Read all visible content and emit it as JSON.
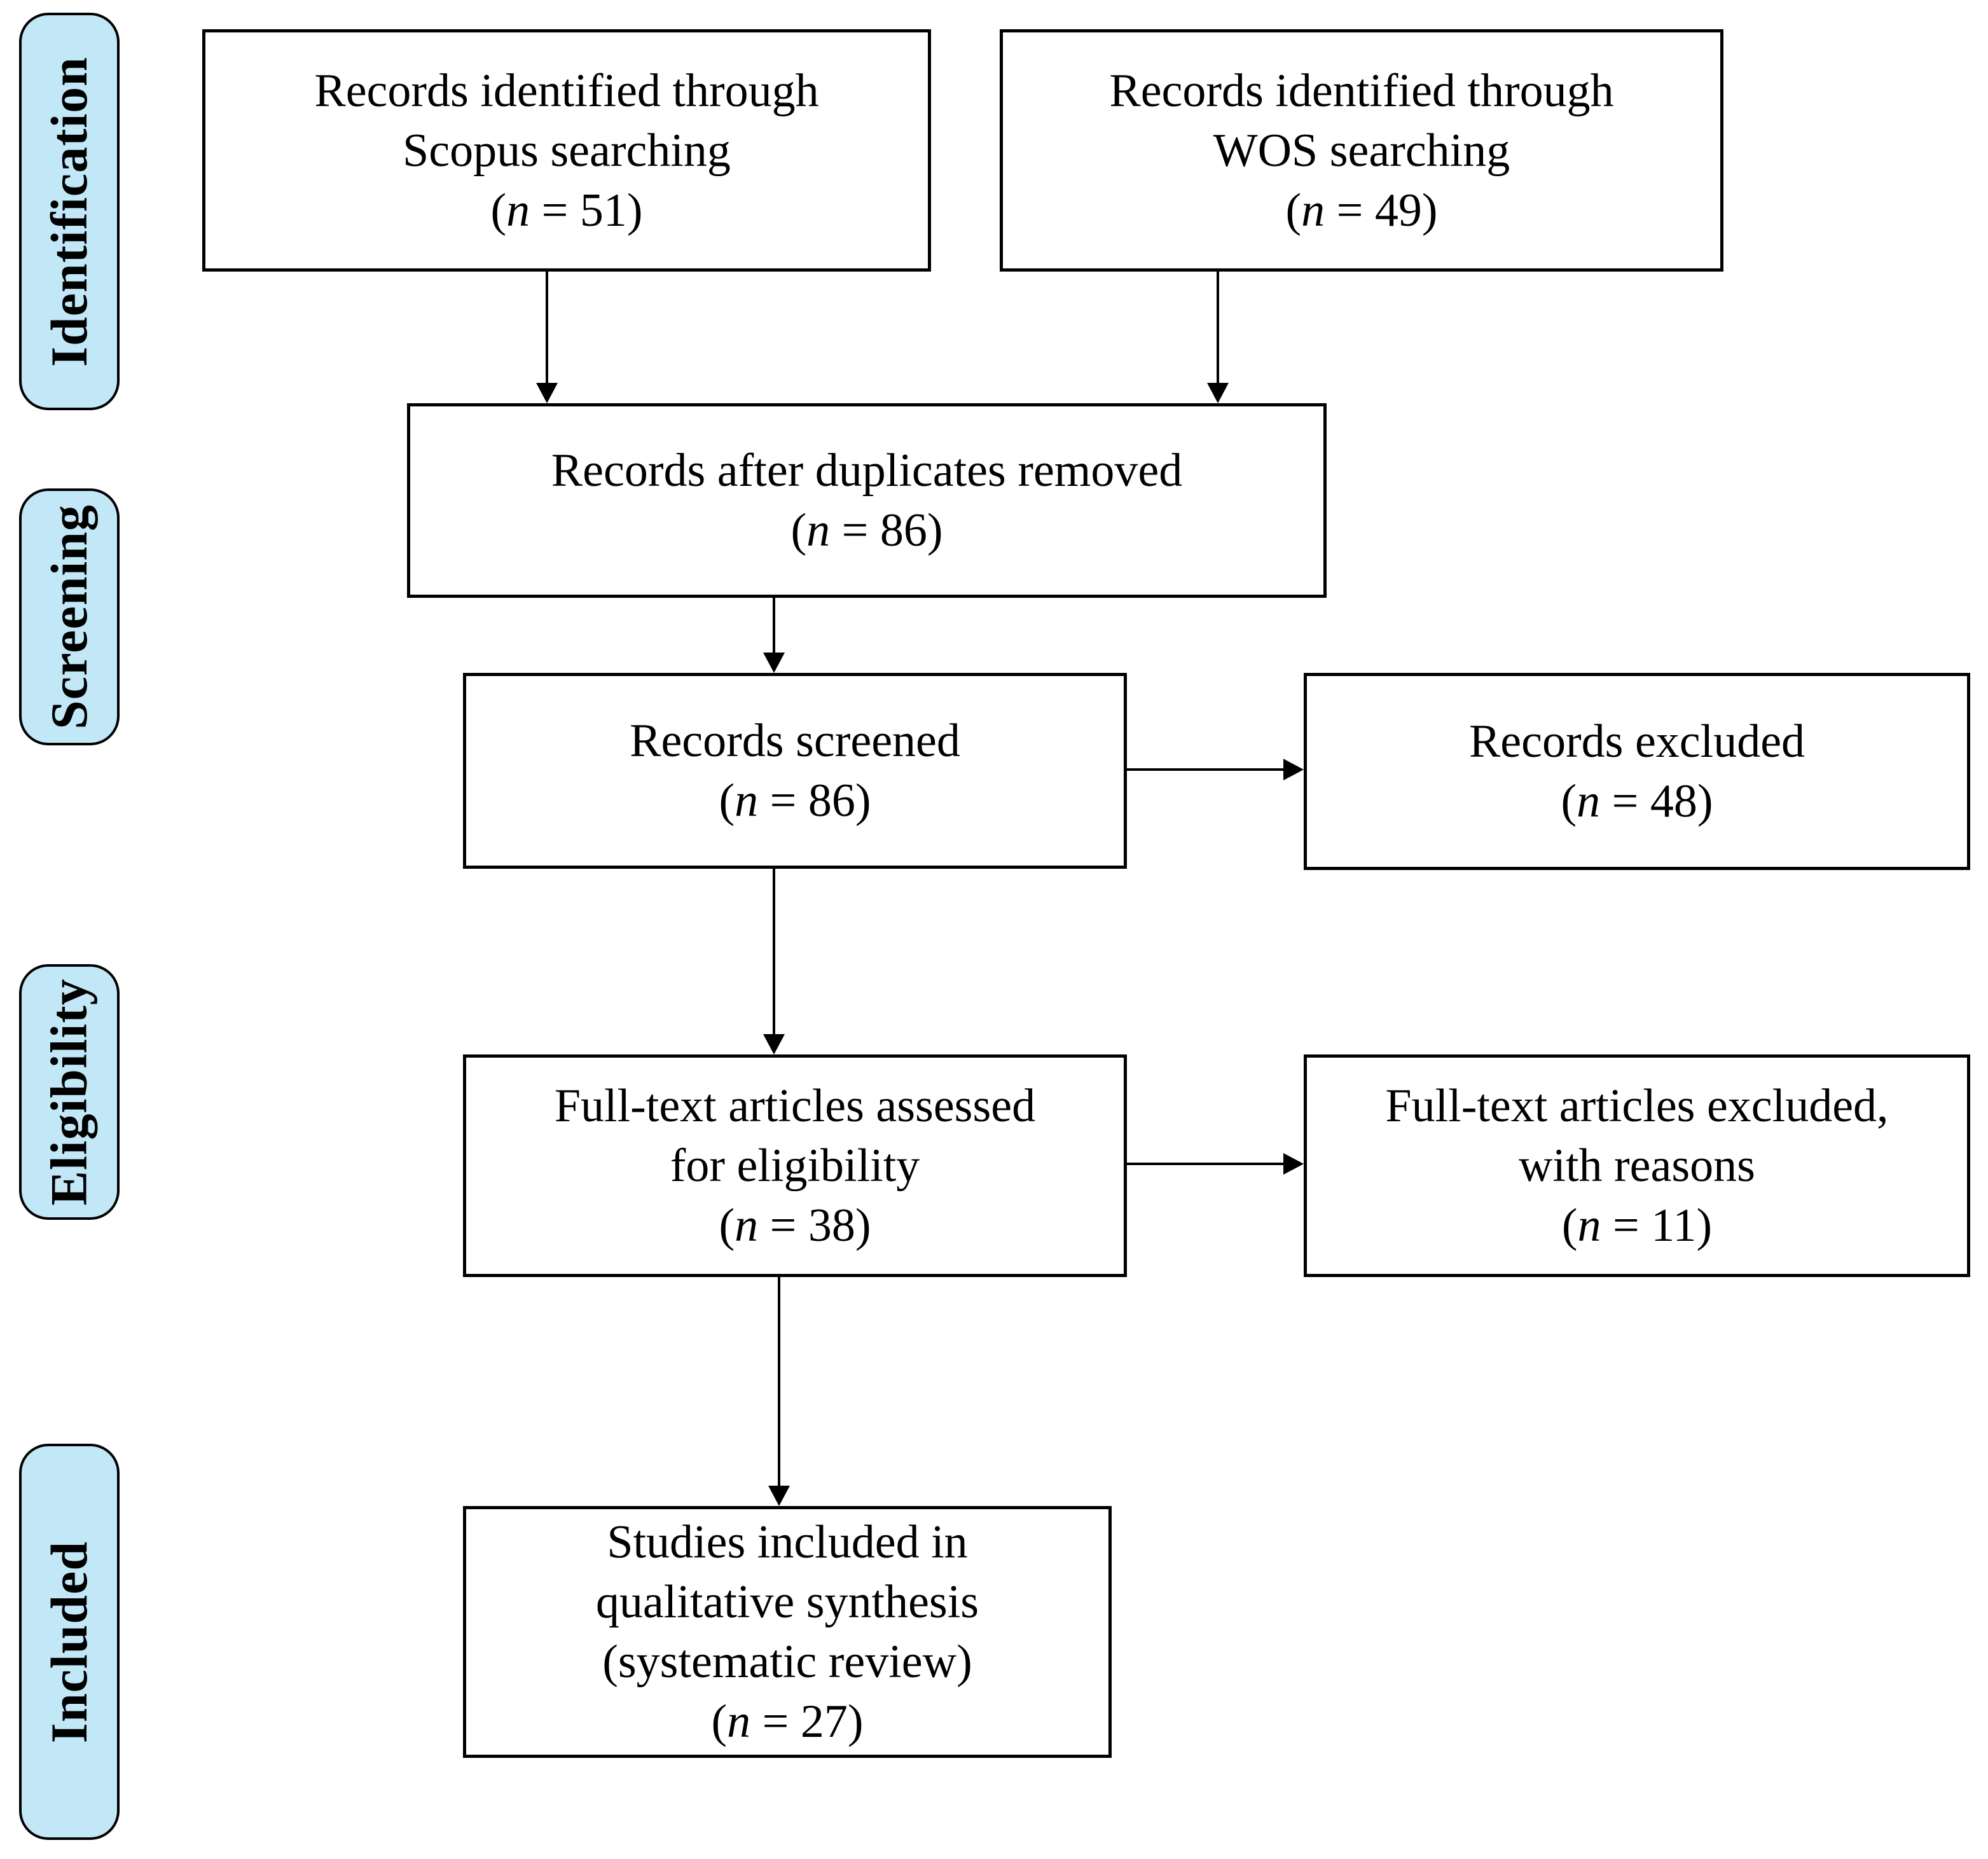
{
  "diagram": {
    "type": "prisma-flow",
    "colors": {
      "stage_fill": "#c2e7f7",
      "box_fill": "#ffffff",
      "line": "#000000"
    },
    "n_open": "(",
    "n_var": "n",
    "n_eq": " = ",
    "n_close": ")",
    "stages": [
      {
        "label": "Identification"
      },
      {
        "label": "Screening"
      },
      {
        "label": "Eligibility"
      },
      {
        "label": "Included"
      }
    ],
    "boxes": {
      "scopus": {
        "lines": [
          "Records identified through",
          "Scopus searching"
        ],
        "n": "51"
      },
      "wos": {
        "lines": [
          "Records identified through",
          "WOS searching"
        ],
        "n": "49"
      },
      "dedup": {
        "lines": [
          "Records after duplicates removed"
        ],
        "n": "86"
      },
      "screened": {
        "lines": [
          "Records screened"
        ],
        "n": "86"
      },
      "excluded": {
        "lines": [
          "Records excluded"
        ],
        "n": "48"
      },
      "fulltext": {
        "lines": [
          "Full-text articles assessed",
          "for eligibility"
        ],
        "n": "38"
      },
      "ft_excluded": {
        "lines": [
          "Full-text articles excluded,",
          "with reasons"
        ],
        "n": "11"
      },
      "included": {
        "lines": [
          "Studies included in",
          "qualitative synthesis",
          "(systematic review)"
        ],
        "n": "27"
      }
    }
  }
}
